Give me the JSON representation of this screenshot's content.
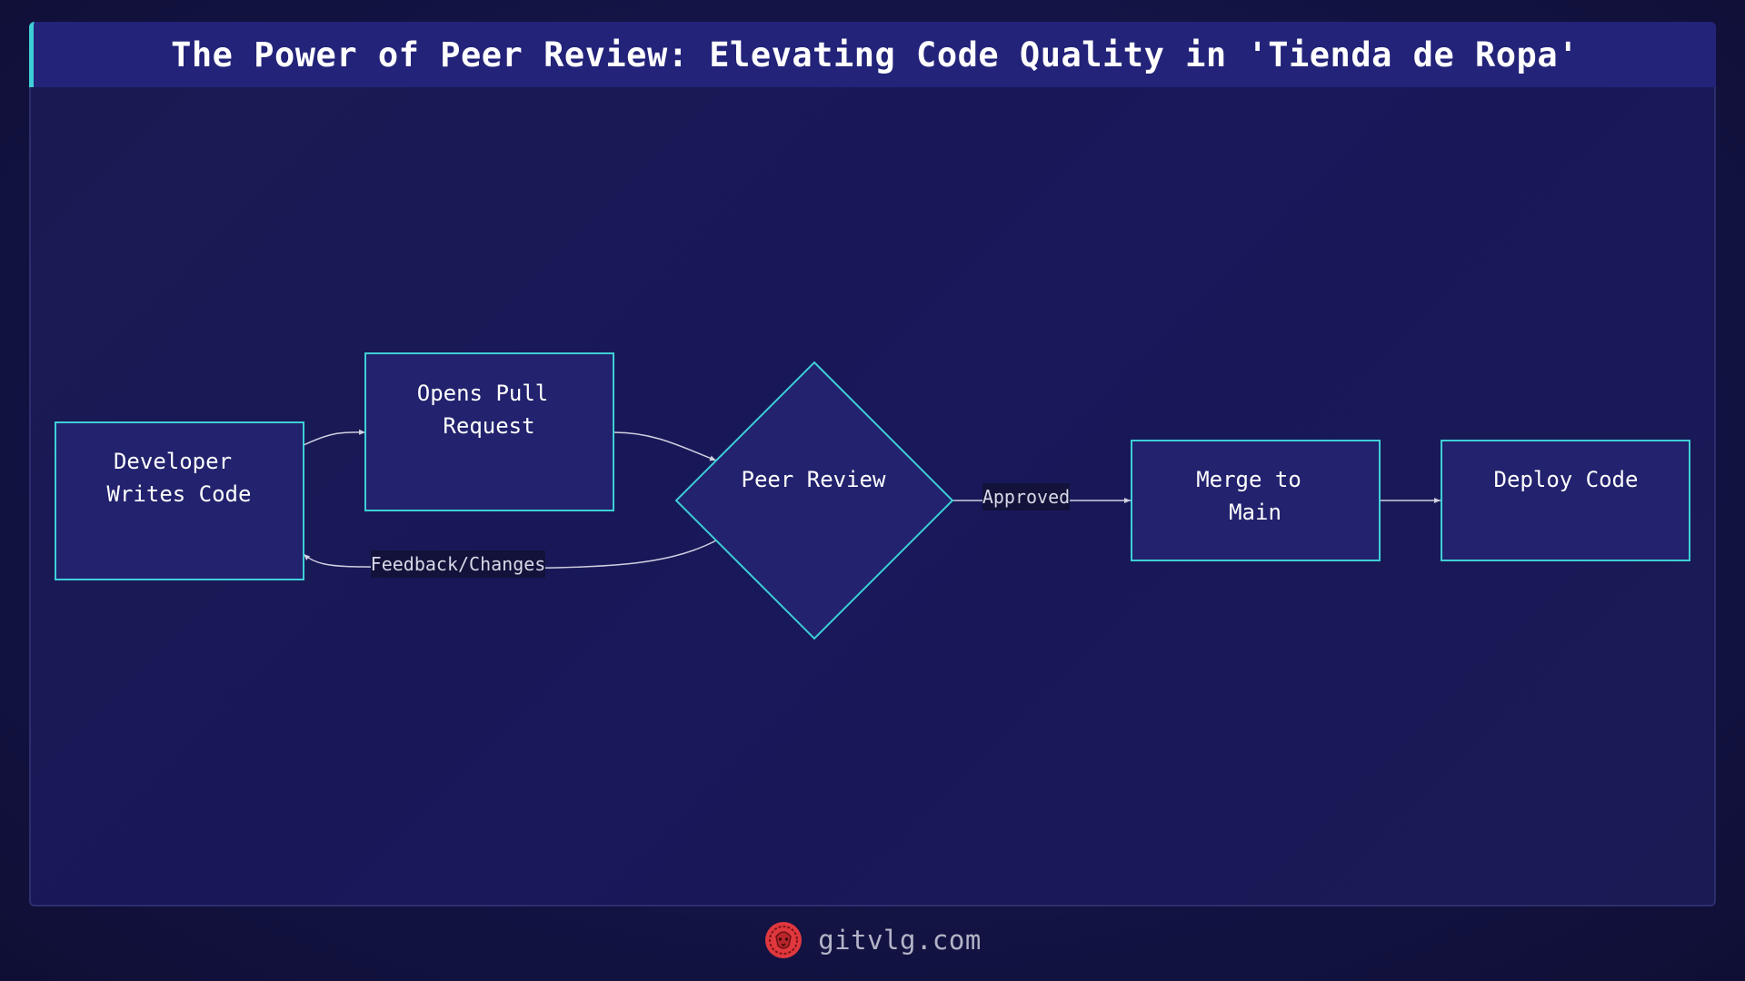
{
  "title": "The Power of Peer Review: Elevating Code Quality in 'Tienda de Ropa'",
  "nodes": {
    "developer": [
      "Developer",
      "Writes Code"
    ],
    "pull_request": [
      "Opens Pull",
      "Request"
    ],
    "peer_review": [
      "Peer Review"
    ],
    "merge": [
      "Merge to",
      "Main"
    ],
    "deploy": [
      "Deploy Code"
    ]
  },
  "edges": {
    "approved": "Approved",
    "feedback": "Feedback/Changes"
  },
  "footer": {
    "site": "gitvlg.com",
    "logo_icon": "lion-logo-icon"
  },
  "colors": {
    "node_fill": "#22226e",
    "node_stroke": "#3ecfd6",
    "edge": "#d0d0e0",
    "accent": "#3ecfd6",
    "logo": "#e0383e"
  }
}
